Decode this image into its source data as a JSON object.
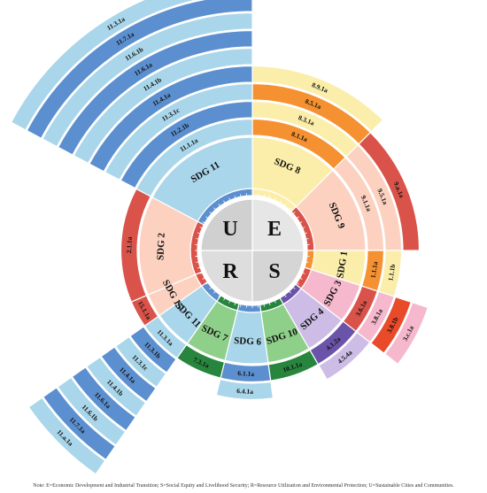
{
  "center": [
    {
      "label": "E",
      "color": "#e6e6e6"
    },
    {
      "label": "S",
      "color": "#d5d5d5"
    },
    {
      "label": "R",
      "color": "#dddddd"
    },
    {
      "label": "U",
      "color": "#d0d0d0"
    }
  ],
  "sectors": [
    {
      "name": "SDG 8",
      "color": "#fbeeaa",
      "ring": "#fbeeaa",
      "indicators": [
        {
          "label": "8.1.1a",
          "color": "#f59130"
        },
        {
          "label": "8.3.1a",
          "color": "#fbeeaa"
        },
        {
          "label": "8.5.1a",
          "color": "#f59130"
        },
        {
          "label": "8.9.1a",
          "color": "#fbeeaa"
        }
      ]
    },
    {
      "name": "SDG 9",
      "color": "#fcd1c0",
      "ring": "#d9534a",
      "indicators": [
        {
          "label": "9.1.1a",
          "color": "#fcd1c0"
        },
        {
          "label": "9.5.1a",
          "color": "#fcd1c0"
        },
        {
          "label": "9.a.1a",
          "color": "#d9534a"
        }
      ]
    },
    {
      "name": "SDG 1",
      "color": "#fbeeaa",
      "ring": "#f59130",
      "indicators": [
        {
          "label": "1.1.1a",
          "color": "#f59130"
        },
        {
          "label": "1.1.1b",
          "color": "#fbeeaa"
        }
      ]
    },
    {
      "name": "SDG 3",
      "color": "#f5b8cc",
      "ring": "#d9534a",
      "indicators": [
        {
          "label": "3.6.1a",
          "color": "#d9534a"
        },
        {
          "label": "3.8.1a",
          "color": "#f5b8cc"
        },
        {
          "label": "3.8.1b",
          "color": "#e84a2a"
        },
        {
          "label": "3.c.1a",
          "color": "#f5b8cc"
        }
      ]
    },
    {
      "name": "SDG 4",
      "color": "#cdbde6",
      "ring": "#6a53a8",
      "indicators": [
        {
          "label": "4.1.2a",
          "color": "#6a53a8"
        },
        {
          "label": "4.5.4a",
          "color": "#cdbde6"
        }
      ]
    },
    {
      "name": "SDG 10",
      "color": "#8ecf8a",
      "ring": "#27853d",
      "indicators": [
        {
          "label": "10.1.1a",
          "color": "#27853d"
        }
      ]
    },
    {
      "name": "SDG 6",
      "color": "#a9d6ea",
      "ring": "#5b8fcf",
      "indicators": [
        {
          "label": "6.1.1a",
          "color": "#5b8fcf"
        },
        {
          "label": "6.4.1a",
          "color": "#a9d6ea"
        }
      ]
    },
    {
      "name": "SDG 7",
      "color": "#8ecf8a",
      "ring": "#27853d",
      "indicators": [
        {
          "label": "7.3.1a",
          "color": "#27853d"
        }
      ]
    },
    {
      "name": "SDG 11",
      "color": "#a9d6ea",
      "ring": "#5b8fcf",
      "indicators": [
        {
          "label": "11.3.1a",
          "color": "#a9d6ea"
        },
        {
          "label": "11.3.1b",
          "color": "#5b8fcf"
        },
        {
          "label": "11.3.1c",
          "color": "#a9d6ea"
        },
        {
          "label": "11.4.1a",
          "color": "#5b8fcf"
        },
        {
          "label": "11.4.1b",
          "color": "#a9d6ea"
        },
        {
          "label": "11.6.1a",
          "color": "#5b8fcf"
        },
        {
          "label": "11.6.1b",
          "color": "#a9d6ea"
        },
        {
          "label": "11.7.1a",
          "color": "#5b8fcf"
        },
        {
          "label": "11.a.1a",
          "color": "#a9d6ea"
        }
      ]
    },
    {
      "name": "SDG 15",
      "color": "#fcd1c0",
      "ring": "#d9534a",
      "indicators": [
        {
          "label": "15.1.1a",
          "color": "#d9534a"
        }
      ]
    },
    {
      "name": "SDG 2",
      "color": "#fcd1c0",
      "ring": "#d9534a",
      "indicators": [
        {
          "label": "2.1.1a",
          "color": "#d9534a"
        }
      ]
    },
    {
      "name": "SDG 11",
      "color": "#a9d6ea",
      "ring": "#5b8fcf",
      "indicators": [
        {
          "label": "11.1.1a",
          "color": "#a9d6ea"
        },
        {
          "label": "11.2.1b",
          "color": "#5b8fcf"
        },
        {
          "label": "11.3.1c",
          "color": "#a9d6ea"
        },
        {
          "label": "11.4.1a",
          "color": "#5b8fcf"
        },
        {
          "label": "11.4.1b",
          "color": "#a9d6ea"
        },
        {
          "label": "11.6.1a",
          "color": "#5b8fcf"
        },
        {
          "label": "11.6.1b",
          "color": "#a9d6ea"
        },
        {
          "label": "11.7.1a",
          "color": "#5b8fcf"
        },
        {
          "label": "11.3.1a",
          "color": "#a9d6ea"
        }
      ]
    }
  ],
  "note": "Note: E=Economic Development and Industrial Transition; S=Social Equity and Livelihood Security; R=Resource Utilization and Environmental Protection; U=Sustainable Cities and Communities."
}
